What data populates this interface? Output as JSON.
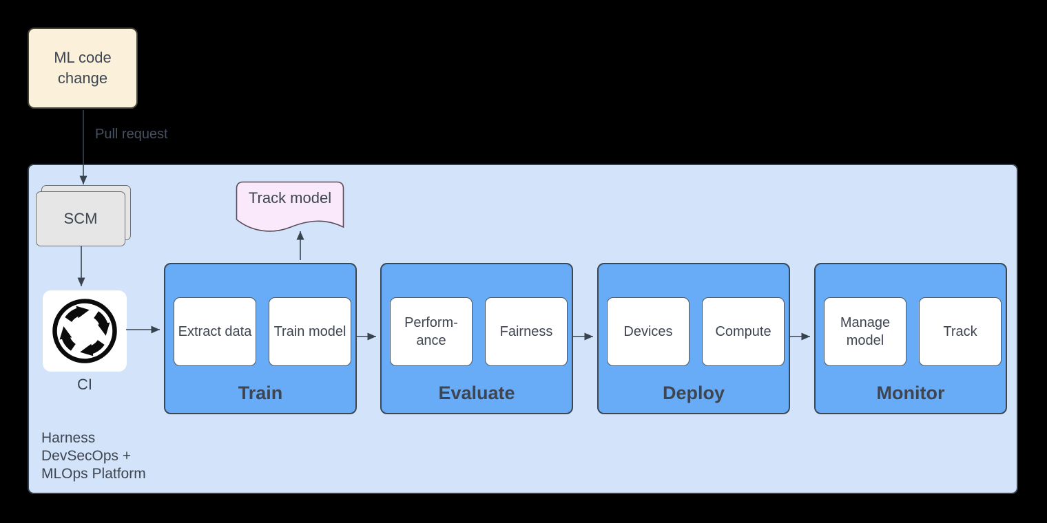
{
  "colors": {
    "bg": "#000000",
    "text": "#3E4551",
    "muted-text": "#47515F",
    "arrow": "#39434F",
    "icon": "#0B0B0B",
    "trigger-fill": "#FBF1DA",
    "trigger-border": "#45423A",
    "platform-fill": "#D2E3FA",
    "platform-border": "#36404C",
    "scm-fill": "#E6E6E6",
    "scm-border": "#6E6E6E",
    "card-fill": "#FFFFFF",
    "card-border": "#4A5560",
    "stage-fill": "#68ACF8",
    "stage-border": "#3A4754",
    "doc-fill": "#FAE9FA",
    "doc-border": "#5A4B5A"
  },
  "trigger": {
    "label": "ML code change"
  },
  "edges": {
    "pull_request_label": "Pull request"
  },
  "platform": {
    "title": "Harness\nDevSecOps +\nMLOps Platform",
    "scm_label": "SCM",
    "ci_label": "CI",
    "doc_label": "Track model",
    "stages": [
      {
        "name": "Train",
        "steps": [
          "Extract data",
          "Train model"
        ]
      },
      {
        "name": "Evaluate",
        "steps": [
          "Perform-ance",
          "Fairness"
        ]
      },
      {
        "name": "Deploy",
        "steps": [
          "Devices",
          "Compute"
        ]
      },
      {
        "name": "Monitor",
        "steps": [
          "Manage model",
          "Track"
        ]
      }
    ]
  }
}
